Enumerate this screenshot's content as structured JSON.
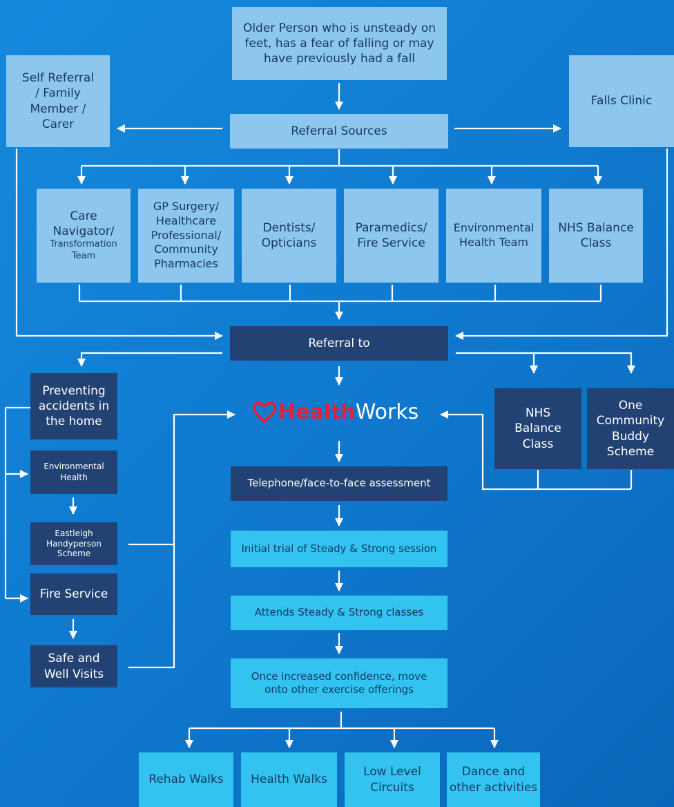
{
  "diagram": {
    "colors": {
      "light_box": "#8ec7ee",
      "cyan_box": "#33c3f0",
      "navy_box": "#234274",
      "arrow": "#ffffff",
      "logo_red": "#e6203f"
    },
    "top": {
      "older_person": "Older Person who is unsteady on feet, has a fear of falling or may have previously had a fall"
    },
    "referral_sources": {
      "label": "Referral Sources",
      "left": [
        "Self Referral",
        "/ Family",
        "Member /",
        "Carer"
      ],
      "right": "Falls Clinic",
      "row": [
        {
          "lines": [
            "Care",
            "Navigator/",
            "Transformation",
            "Team"
          ]
        },
        {
          "lines": [
            "GP Surgery/",
            "Healthcare",
            "Professional/",
            "Community",
            "Pharmacies"
          ]
        },
        {
          "lines": [
            "Dentists/",
            "Opticians"
          ]
        },
        {
          "lines": [
            "Paramedics/",
            "Fire Service"
          ]
        },
        {
          "lines": [
            "Environmental",
            "Health Team"
          ]
        },
        {
          "lines": [
            "NHS Balance",
            "Class"
          ]
        }
      ]
    },
    "referral_to": "Referral to",
    "left_column": {
      "preventing": [
        "Preventing",
        "accidents in",
        "the home"
      ],
      "env_health": [
        "Environmental",
        "Health"
      ],
      "handyperson": [
        "Eastleigh",
        "Handyperson",
        "Scheme"
      ],
      "fire_service": "Fire Service",
      "safe_well": [
        "Safe and",
        "Well Visits"
      ]
    },
    "logo": {
      "part1": "Health",
      "part2": "Works",
      "icon": "heart-icon"
    },
    "right_column": {
      "nhs_balance": [
        "NHS",
        "Balance",
        "Class"
      ],
      "buddy": [
        "One",
        "Community",
        "Buddy",
        "Scheme"
      ]
    },
    "pathway": {
      "assessment": "Telephone/face-to-face assessment",
      "trial": "Initial trial of Steady & Strong session",
      "classes": "Attends Steady & Strong classes",
      "confidence": [
        "Once increased confidence, move",
        "onto other exercise offerings"
      ]
    },
    "activities": [
      {
        "lines": [
          "Rehab Walks"
        ]
      },
      {
        "lines": [
          "Health Walks"
        ]
      },
      {
        "lines": [
          "Low Level",
          "Circuits"
        ]
      },
      {
        "lines": [
          "Dance and",
          "other activities"
        ]
      }
    ]
  }
}
